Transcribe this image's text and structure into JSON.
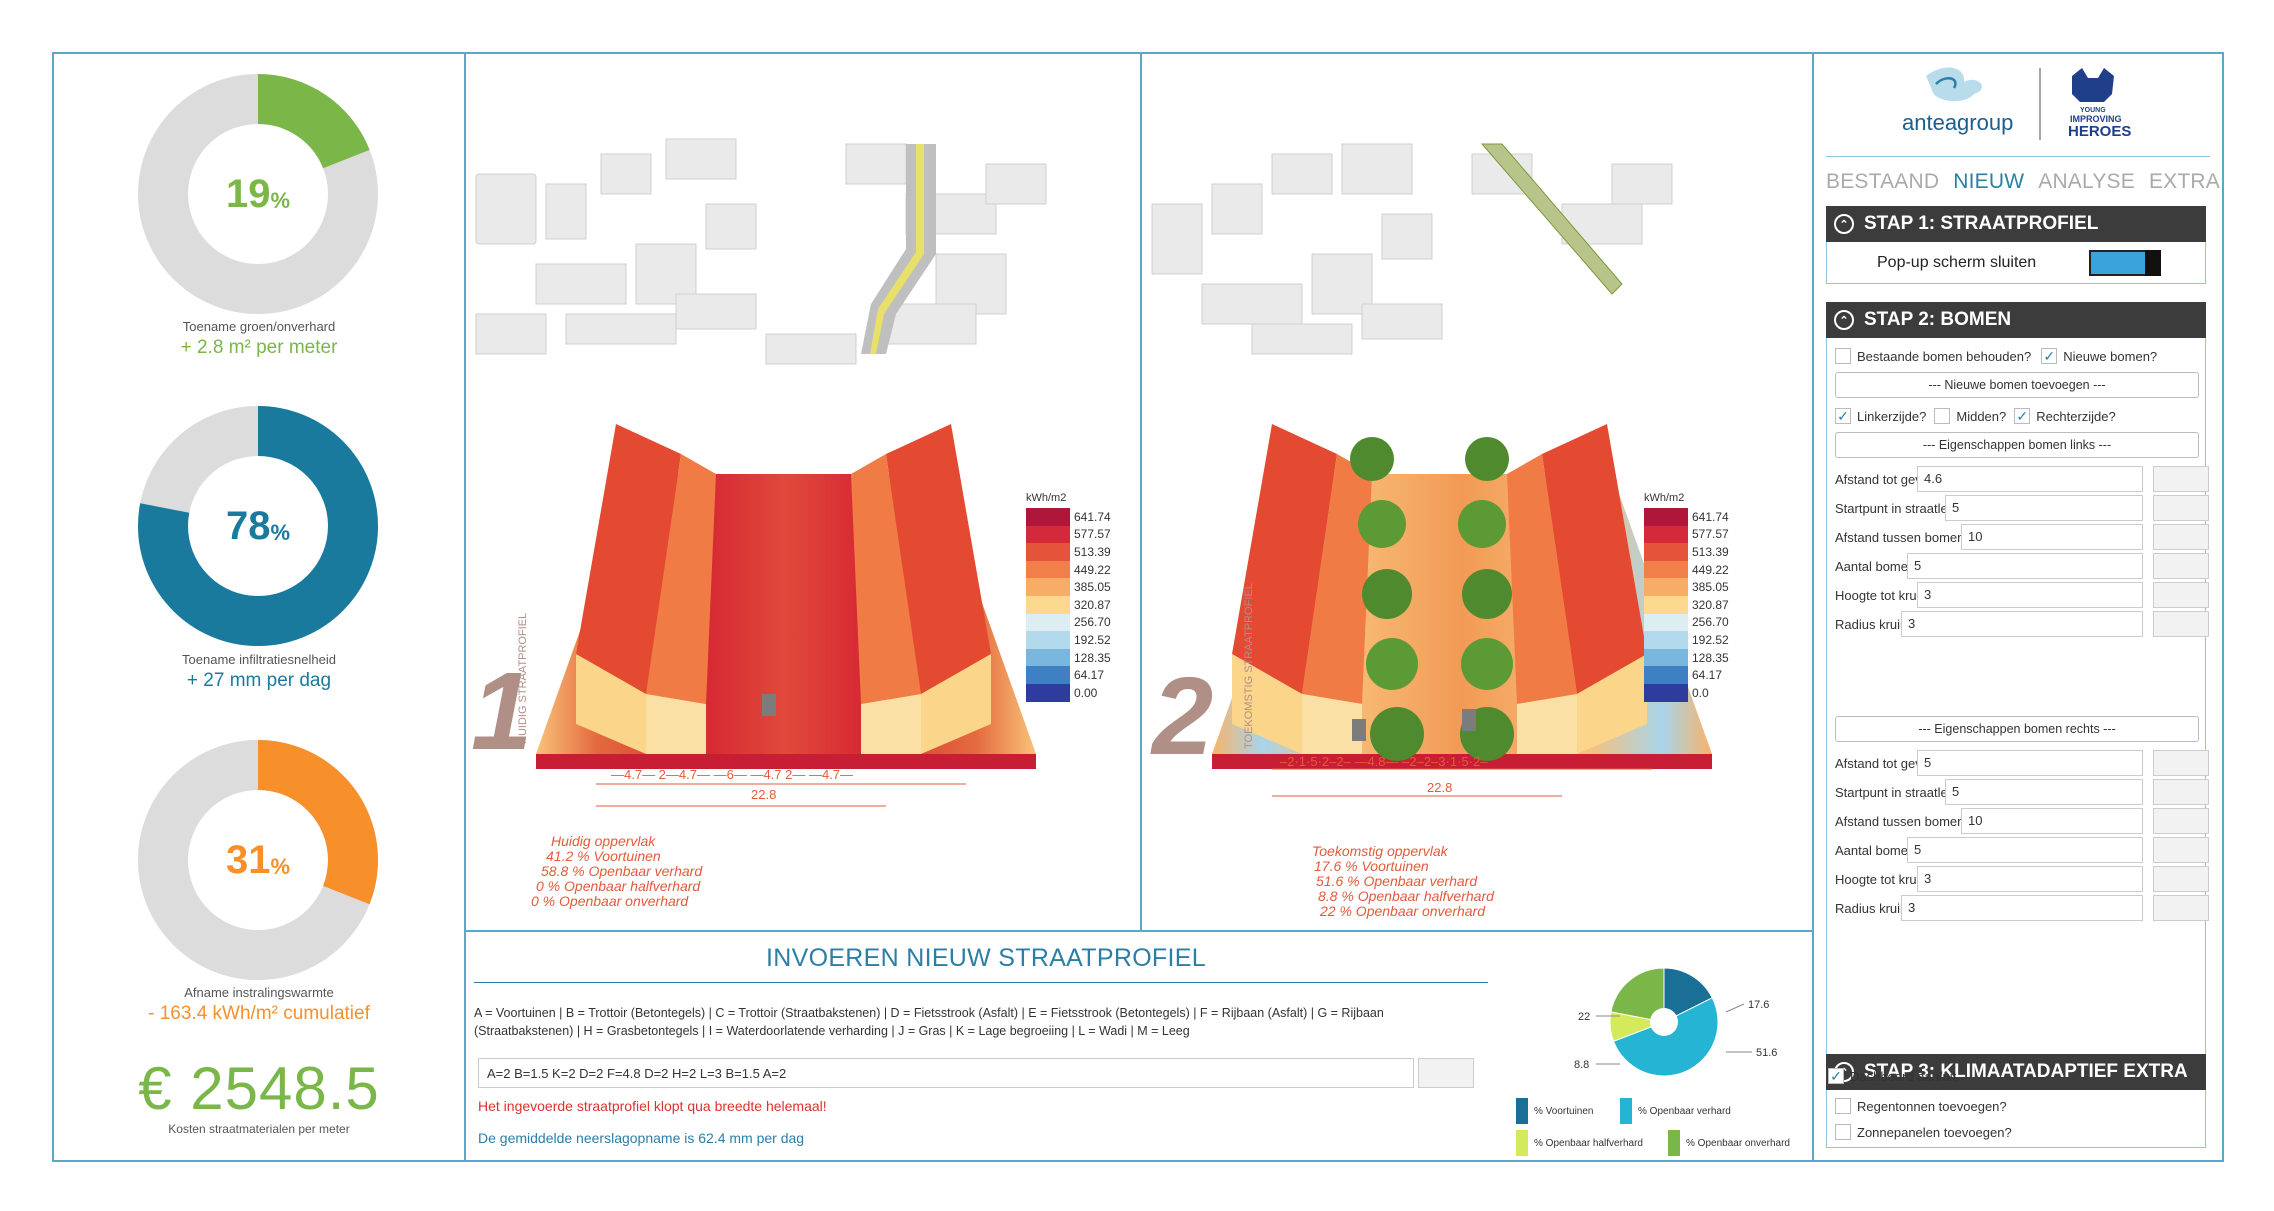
{
  "kpi": {
    "green": {
      "percent": "19",
      "unit": "%",
      "fraction": 0.19,
      "color": "#7ab648",
      "caption": "Toename groen/onverhard",
      "value": "+ 2.8 m² per meter"
    },
    "infiltration": {
      "percent": "78",
      "unit": "%",
      "fraction": 0.78,
      "color": "#1a7a9e",
      "caption": "Toename infiltratiesnelheid",
      "value": "+ 27 mm per dag"
    },
    "heat": {
      "percent": "31",
      "unit": "%",
      "fraction": 0.31,
      "color": "#f7902a",
      "caption": "Afname instralingswarmte",
      "value": "- 163.4 kWh/m² cumulatief"
    },
    "cost": {
      "value": "€ 2548.5",
      "caption": "Kosten straatmaterialen per meter"
    }
  },
  "panel1": {
    "number": "1",
    "label": "HUIDIG STRAATPROFIEL",
    "legend_title": "kWh/m2",
    "legend_values": [
      "641.74",
      "577.57",
      "513.39",
      "449.22",
      "385.05",
      "320.87",
      "256.70",
      "192.52",
      "128.35",
      "64.17",
      "0.00"
    ],
    "dimensions": "—4.7— 2—4.7—   —6—   —4.7 2— —4.7—",
    "total": "22.8",
    "surface": [
      "Huidig oppervlak",
      "41.2 % Voortuinen",
      "58.8 % Openbaar verhard",
      "0 % Openbaar halfverhard",
      "0 % Openbaar onverhard"
    ]
  },
  "panel2": {
    "number": "2",
    "label": "TOEKOMSTIG STRAATPROFIEL",
    "legend_title": "kWh/m2",
    "legend_values": [
      "641.74",
      "577.57",
      "513.39",
      "449.22",
      "385.05",
      "320.87",
      "256.70",
      "192.52",
      "128.35",
      "64.17",
      "0.0"
    ],
    "dimensions": "–2·1·5·2–2– —4.8— –2–2–3·1·5·2–",
    "total": "22.8",
    "surface": [
      "Toekomstig oppervlak",
      "17.6 % Voortuinen",
      "51.6 % Openbaar verhard",
      "8.8 % Openbaar halfverhard",
      "22 % Openbaar onverhard"
    ]
  },
  "heat_colors": [
    "#b0153a",
    "#d3293a",
    "#e4533a",
    "#f07f4a",
    "#f8ad67",
    "#fcd98f",
    "#ddeef2",
    "#b3d9ec",
    "#79b7de",
    "#3f7fc4",
    "#2f3c9f"
  ],
  "input": {
    "title": "INVOEREN NIEUW STRAATPROFIEL",
    "codes": "A = Voortuinen  |  B = Trottoir (Betontegels)  |  C = Trottoir (Straatbakstenen)  |  D = Fietsstrook (Asfalt)  |  E = Fietsstrook (Betontegels)  |  F = Rijbaan (Asfalt)  |  G = Rijbaan (Straatbakstenen)  |  H = Grasbetontegels  |  I = Waterdoorlatende verharding  |  J = Gras  |  K = Lage begroeiing  |  L = Wadi  |  M = Leeg",
    "profile_value": "A=2 B=1.5 K=2 D=2 F=4.8 D=2 H=2 L=3 B=1.5 A=2",
    "warning": "Het ingevoerde straatprofiel klopt qua breedte helemaal!",
    "average": "De gemiddelde neerslagopname is 62.4 mm per dag"
  },
  "pie": {
    "slices": [
      {
        "name": "% Voortuinen",
        "value": 17.6,
        "color": "#1a6f96"
      },
      {
        "name": "% Openbaar verhard",
        "value": 51.6,
        "color": "#26b4d4"
      },
      {
        "name": "% Openbaar halfverhard",
        "value": 8.8,
        "color": "#d5ea5a"
      },
      {
        "name": "% Openbaar onverhard",
        "value": 22,
        "color": "#7ab648"
      }
    ],
    "labels": [
      "17.6",
      "51.6",
      "8.8",
      "22"
    ]
  },
  "control": {
    "logo_text": "anteagroup",
    "logo2_line1": "YOUNG",
    "logo2_line2": "IMPROVING",
    "logo2_line3": "HEROES",
    "tabs": [
      "BESTAAND",
      "NIEUW",
      "ANALYSE",
      "EXTRA"
    ],
    "active_tab": "NIEUW",
    "step1": {
      "title": "STAP 1: STRAATPROFIEL",
      "popup_label": "Pop-up scherm sluiten"
    },
    "step2": {
      "title": "STAP 2: BOMEN",
      "keep_trees": "Bestaande bomen behouden?",
      "new_trees": "Nieuwe bomen?",
      "add_trees_btn": "--- Nieuwe bomen toevoegen ---",
      "left": "Linkerzijde?",
      "middle": "Midden?",
      "right": "Rechterzijde?",
      "left_props_btn": "--- Eigenschappen bomen links ---",
      "right_props_btn": "--- Eigenschappen bomen rechts ---",
      "left_props": [
        {
          "label": "Afstand tot gevel",
          "value": "4.6"
        },
        {
          "label": "Startpunt in straatlengte",
          "value": "5"
        },
        {
          "label": "Afstand tussen bomen",
          "value": "10"
        },
        {
          "label": "Aantal bomen",
          "value": "5"
        },
        {
          "label": "Hoogte tot kruin",
          "value": "3"
        },
        {
          "label": "Radius kruin",
          "value": "3"
        }
      ],
      "right_props": [
        {
          "label": "Afstand tot gevel",
          "value": "5"
        },
        {
          "label": "Startpunt in straatlengte",
          "value": "5"
        },
        {
          "label": "Afstand tussen bomen",
          "value": "10"
        },
        {
          "label": "Aantal bomen",
          "value": "5"
        },
        {
          "label": "Hoogte tot kruin",
          "value": "3"
        },
        {
          "label": "Radius kruin",
          "value": "3"
        }
      ]
    },
    "step3": {
      "title": "STAP 3: KLIMAATADAPTIEF EXTRA",
      "rain": "Regentonnen toevoegen?",
      "solar": "Zonnepanelen toevoegen?"
    },
    "dashboard": "Dashboard aan/uit",
    "check_glyph": "✓",
    "collapse_glyph": "⌃"
  }
}
